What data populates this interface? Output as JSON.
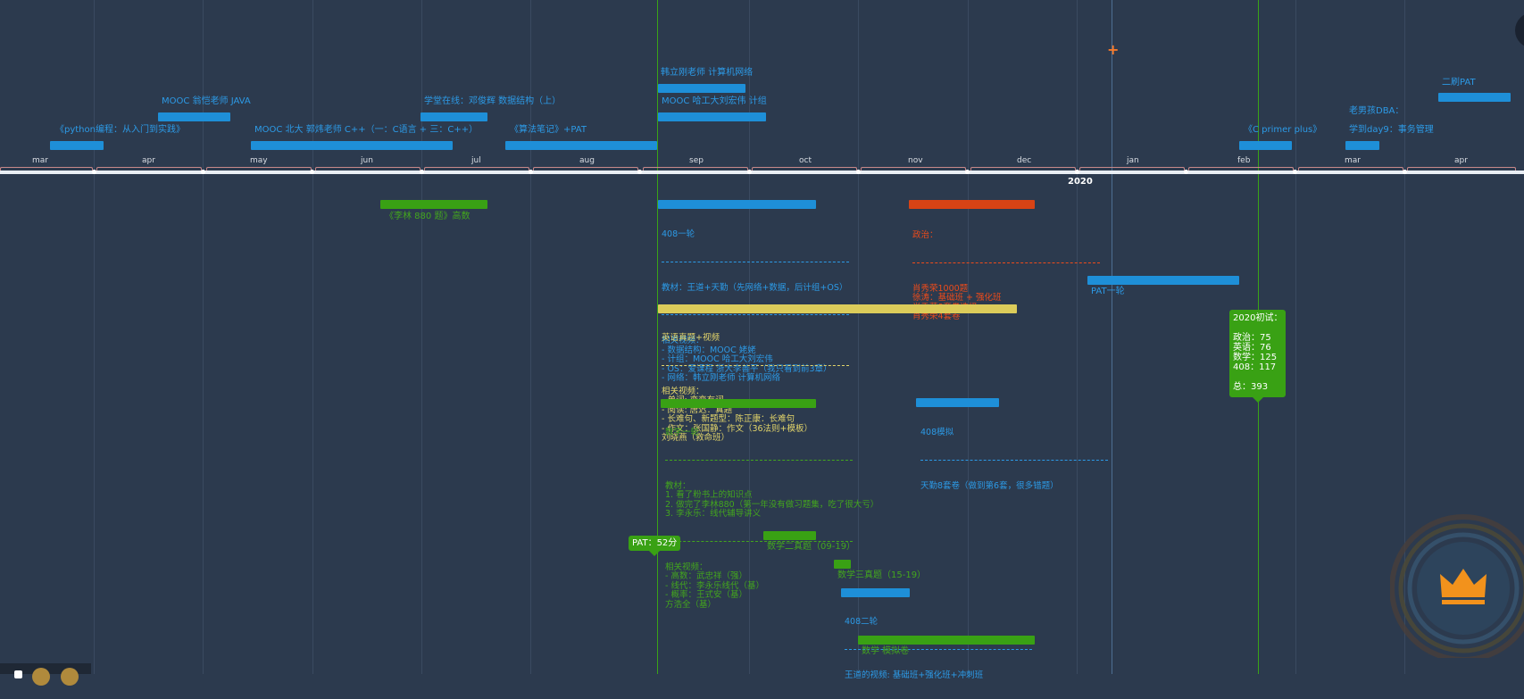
{
  "axis": {
    "months": [
      "mar",
      "apr",
      "may",
      "jun",
      "jul",
      "aug",
      "sep",
      "oct",
      "nov",
      "dec",
      "jan",
      "feb",
      "mar",
      "apr"
    ],
    "year": "2020"
  },
  "top_items": {
    "python": "《python编程：从入门到实践》",
    "java": "MOOC 翁恺老师 JAVA",
    "cpp": "MOOC 北大 郭炜老师 C++（一：C语言 + 三：C++）",
    "ds": "学堂在线：邓俊辉 数据结构（上）",
    "algo": "《算法笔记》+PAT",
    "network": "韩立刚老师 计算机网络",
    "hit": "MOOC 哈工大刘宏伟 计组",
    "cprimer": "《C primer plus》",
    "dba1": "老男孩DBA：",
    "dba2": "学到day9：事务管理",
    "pat2": "二刷PAT"
  },
  "bottom_items": {
    "li880": "《李林 880 题》高数",
    "r408": {
      "title": "408一轮",
      "text1": "教材：王道+天勤（先网络+数据，后计组+OS）",
      "text2": "相关视频：\n- 数据结构：MOOC 姥姥\n- 计组：MOOC 哈工大刘宏伟\n- OS：爱课程 浙大李善平（我只看到前3章）\n- 网络：韩立刚老师 计算机网络"
    },
    "politics": {
      "title": "政治：",
      "text": "肖秀荣1000题\n徐涛：基础班 + 强化班\n肖秀荣8套卷选择\n肖秀荣4套卷"
    },
    "english": {
      "title": "英语真题+视频",
      "text": "相关视频：\n- 单词: 恋恋有词\n- 阅读: 唐迟：真题\n- 长难句、新题型：陈正康：长难句\n- 作文：张国静：作文（36法则+模板）\n刘晓燕（救命班）"
    },
    "math1": {
      "title": "数学一轮",
      "text1": "教材：\n1. 看了粉书上的知识点\n2. 做完了李林880（第一年没有做习题集，吃了很大亏）\n3. 李永乐：线代辅导讲义",
      "text2": "相关视频：\n- 高数：武忠祥（强）\n- 线代：李永乐线代（基）\n- 概率：王式安（基）\n方浩全（基）"
    },
    "mock408": {
      "title": "408模拟",
      "text": "天勤8套卷（做到第6套，很多错题）"
    },
    "pat_round1": "PAT一轮",
    "math2": "数学二真题（09-19）",
    "math3": "数学三真题（15-19）",
    "r408_2": {
      "title": "408二轮",
      "text": "王道的视频: 基础班+强化班+冲刺班"
    },
    "mathmock": "数学 模拟卷"
  },
  "badges": {
    "pat": "PAT：52分",
    "exam": "2020初试：\n\n政治：75\n英语：76\n数学：125\n408：117\n\n总：393"
  },
  "colors": {
    "background": "#2c3a4e",
    "blue": "#1e8fd8",
    "green": "#39a114",
    "yellow": "#dccc5a",
    "red": "#d84315"
  }
}
